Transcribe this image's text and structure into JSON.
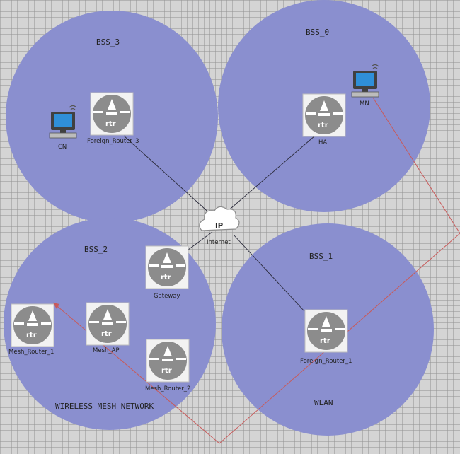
{
  "bss": [
    {
      "id": "bss3",
      "label": "BSS_3"
    },
    {
      "id": "bss0",
      "label": "BSS_0"
    },
    {
      "id": "bss2",
      "label": "BSS_2"
    },
    {
      "id": "bss1",
      "label": "BSS_1"
    }
  ],
  "network_labels": {
    "mesh": "WIRELESS MESH NETWORK",
    "wlan": "WLAN"
  },
  "cloud": {
    "icon_text": "IP",
    "label": "Internet"
  },
  "routers": {
    "foreign_router_3": {
      "icon_text": "rtr",
      "label": "Foreign_Router_3"
    },
    "ha": {
      "icon_text": "rtr",
      "label": "HA"
    },
    "gateway": {
      "icon_text": "rtr",
      "label": "Gateway"
    },
    "mesh_router_1": {
      "icon_text": "rtr",
      "label": "Mesh_Router_1"
    },
    "mesh_ap": {
      "icon_text": "rtr",
      "label": "Mesh_AP"
    },
    "mesh_router_2": {
      "icon_text": "rtr",
      "label": "Mesh_Router_2"
    },
    "foreign_router_1": {
      "icon_text": "rtr",
      "label": "Foreign_Router_1"
    }
  },
  "hosts": {
    "cn": {
      "label": "CN"
    },
    "mn": {
      "label": "MN"
    }
  },
  "colors": {
    "bss_fill": "#8a8fcf",
    "link": "#2a2a3a",
    "mobility_track": "#c85a5a",
    "router_body": "#8c8c8c"
  }
}
